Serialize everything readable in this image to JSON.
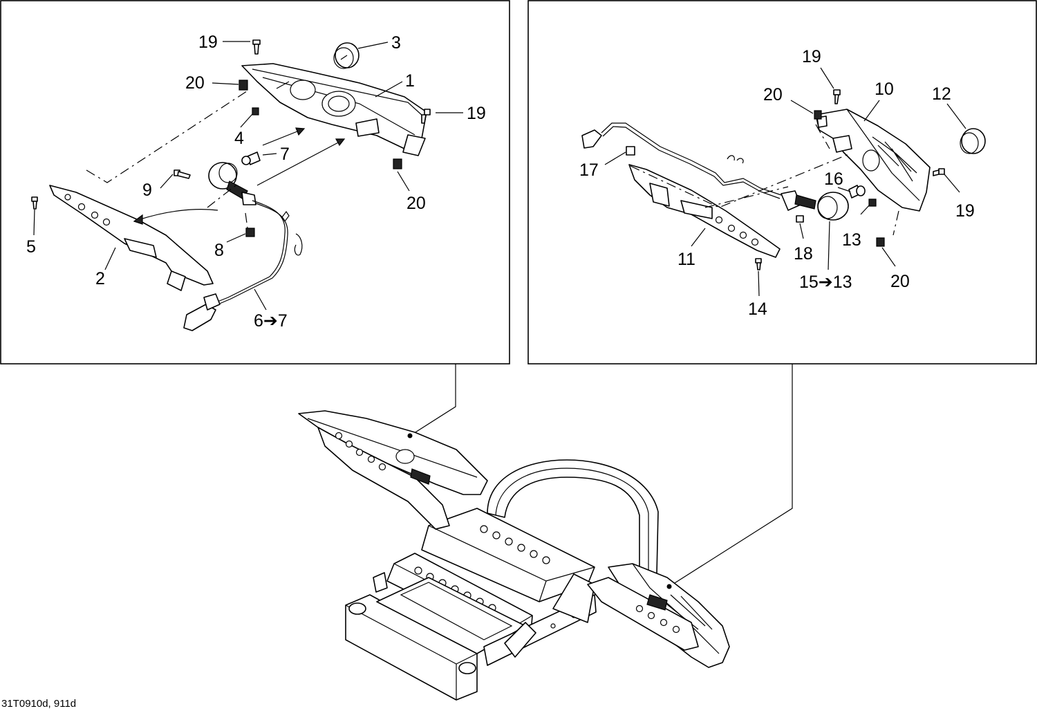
{
  "figure_reference": "31T0910d, 911d",
  "left_panel": {
    "callouts": {
      "c1": "1",
      "c2": "2",
      "c3": "3",
      "c4": "4",
      "c5": "5",
      "c6": "6➔7",
      "c7": "7",
      "c8": "8",
      "c9": "9",
      "c19a": "19",
      "c19b": "19",
      "c20a": "20",
      "c20b": "20"
    }
  },
  "right_panel": {
    "callouts": {
      "c10": "10",
      "c11": "11",
      "c12": "12",
      "c13": "13",
      "c14": "14",
      "c15": "15➔13",
      "c16": "16",
      "c17": "17",
      "c18": "18",
      "c19a": "19",
      "c19b": "19",
      "c20a": "20",
      "c20b": "20"
    }
  }
}
